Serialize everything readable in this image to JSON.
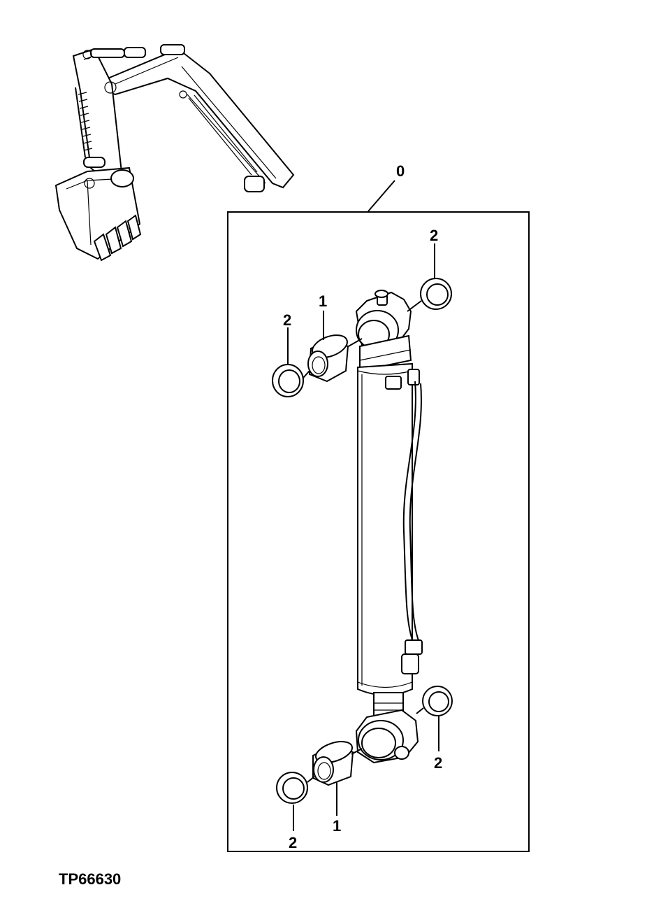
{
  "figure_id": "TP66630",
  "callouts": {
    "assembly": "0",
    "bushing_top": "1",
    "bushing_bottom": "1",
    "seal_top_left": "2",
    "seal_top_right": "2",
    "seal_bottom_left": "2",
    "seal_bottom_right": "2"
  },
  "colors": {
    "line": "#000000",
    "background": "#ffffff"
  }
}
